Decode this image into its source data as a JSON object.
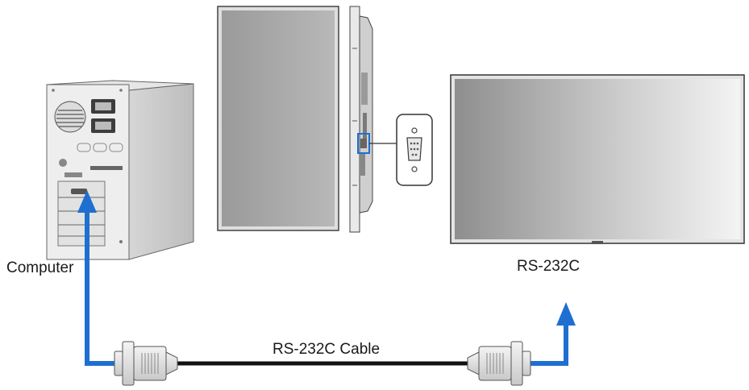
{
  "labels": {
    "computer": "Computer",
    "display_port": "RS-232C",
    "cable": "RS-232C Cable"
  },
  "colors": {
    "arrow": "#1f6fd0",
    "cable": "#111111",
    "panel_dark": "#8c8c8c",
    "panel_light": "#f2f2f2",
    "outline": "#555555"
  },
  "icons": {
    "computer": "tower-pc-icon",
    "monitor_front": "monitor-front-icon",
    "monitor_side": "monitor-side-icon",
    "display_large": "large-display-icon",
    "port_callout": "db9-port-callout-icon",
    "connector_left": "db9-connector-icon",
    "connector_right": "db9-connector-icon"
  }
}
